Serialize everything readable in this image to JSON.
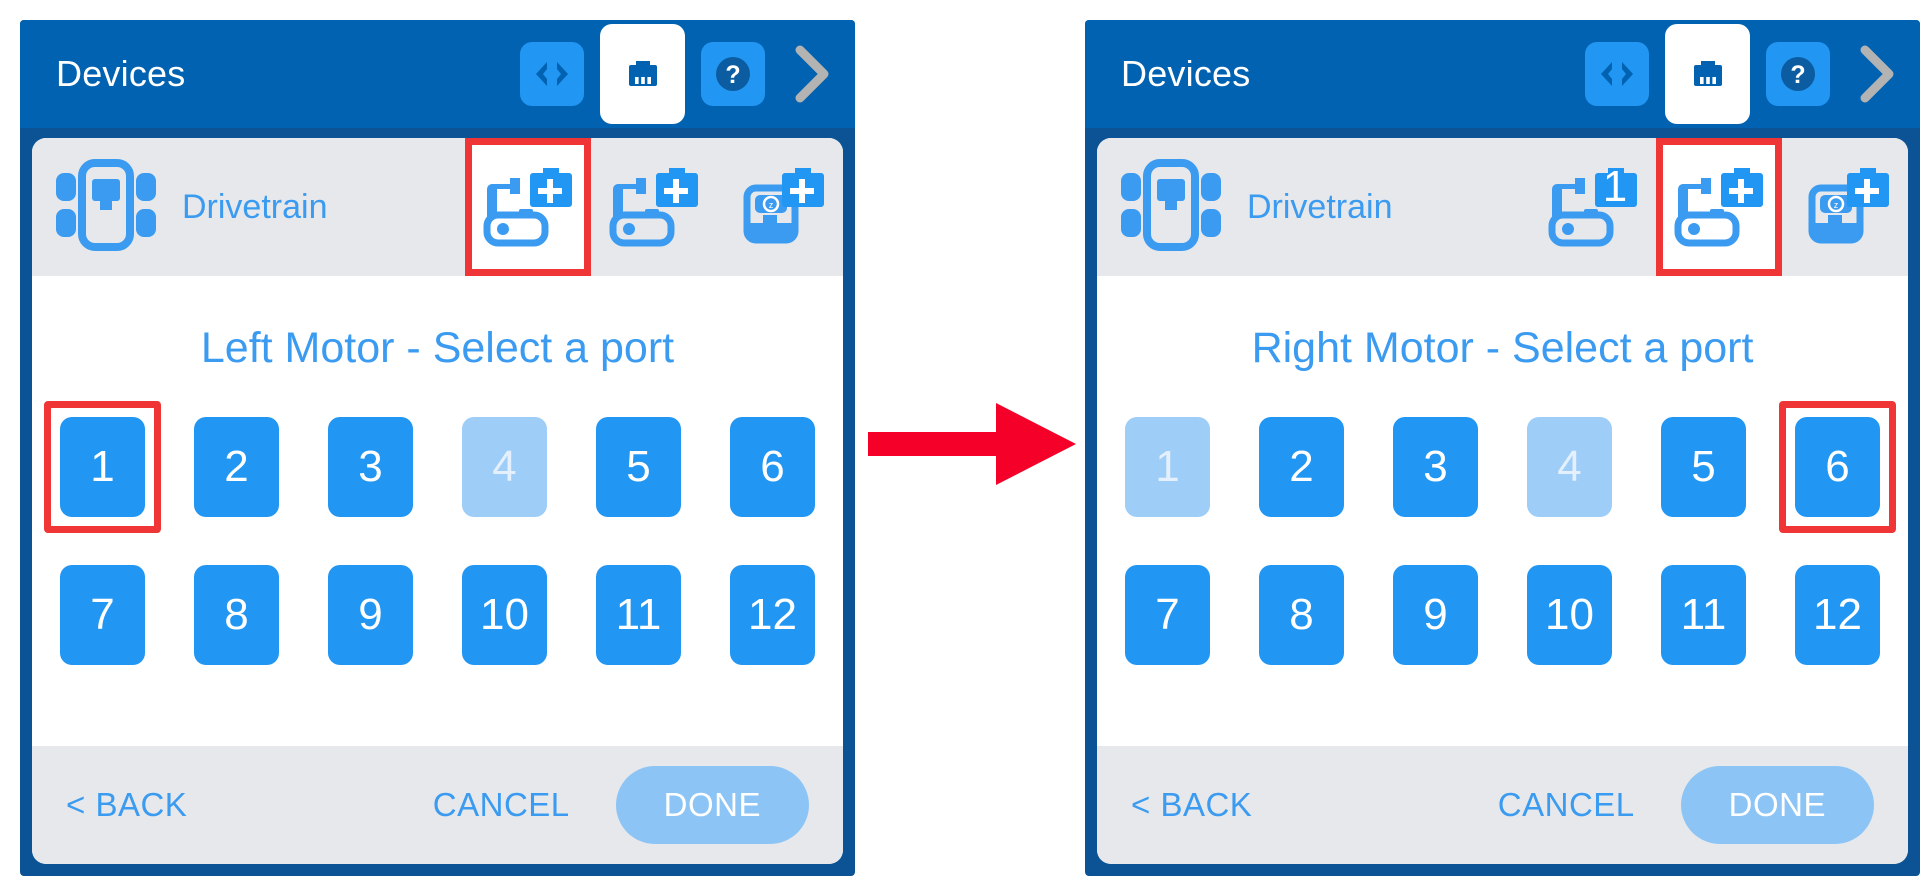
{
  "colors": {
    "titlebar_blue": "#0062b1",
    "panel_navy": "#0b5394",
    "accent_blue": "#2196f3",
    "link_blue": "#3b9bf0",
    "disabled_blue": "#9ecdf7",
    "row_gray": "#e6e8ec",
    "highlight_red": "#ef3535",
    "arrow_red": "#f50028",
    "chevron_gray": "#b3b3b3"
  },
  "arrow": {
    "name": "step-transition-arrow",
    "direction": "right"
  },
  "panels": [
    {
      "id": "left",
      "titlebar": {
        "title": "Devices",
        "icons": [
          {
            "name": "code-icon",
            "glyph": "<>",
            "state": "normal"
          },
          {
            "name": "port-icon",
            "glyph": "port",
            "state": "active"
          },
          {
            "name": "help-icon",
            "glyph": "?",
            "state": "normal"
          },
          {
            "name": "chevron-right-icon",
            "glyph": ">",
            "state": "normal"
          }
        ]
      },
      "device": {
        "name": "Drivetrain",
        "icon": "drivetrain-icon",
        "actions": [
          {
            "name": "add-left-motor-button",
            "icon": "motor-add-icon",
            "badge": "+",
            "selected": true
          },
          {
            "name": "add-right-motor-button",
            "icon": "motor-add-icon",
            "badge": "+",
            "selected": false
          },
          {
            "name": "add-sensor-button",
            "icon": "sensor-add-icon",
            "badge": "+",
            "selected": false
          }
        ]
      },
      "prompt": "Left Motor - Select a port",
      "ports": [
        {
          "label": "1",
          "state": "enabled",
          "selected": true
        },
        {
          "label": "2",
          "state": "enabled",
          "selected": false
        },
        {
          "label": "3",
          "state": "enabled",
          "selected": false
        },
        {
          "label": "4",
          "state": "disabled",
          "selected": false
        },
        {
          "label": "5",
          "state": "enabled",
          "selected": false
        },
        {
          "label": "6",
          "state": "enabled",
          "selected": false
        },
        {
          "label": "7",
          "state": "enabled",
          "selected": false
        },
        {
          "label": "8",
          "state": "enabled",
          "selected": false
        },
        {
          "label": "9",
          "state": "enabled",
          "selected": false
        },
        {
          "label": "10",
          "state": "enabled",
          "selected": false
        },
        {
          "label": "11",
          "state": "enabled",
          "selected": false
        },
        {
          "label": "12",
          "state": "enabled",
          "selected": false
        }
      ],
      "footer": {
        "back_label": "< BACK",
        "cancel_label": "CANCEL",
        "done_label": "DONE",
        "done_state": "disabled"
      }
    },
    {
      "id": "right",
      "titlebar": {
        "title": "Devices",
        "icons": [
          {
            "name": "code-icon",
            "glyph": "<>",
            "state": "normal"
          },
          {
            "name": "port-icon",
            "glyph": "port",
            "state": "active"
          },
          {
            "name": "help-icon",
            "glyph": "?",
            "state": "normal"
          },
          {
            "name": "chevron-right-icon",
            "glyph": ">",
            "state": "normal"
          }
        ]
      },
      "device": {
        "name": "Drivetrain",
        "icon": "drivetrain-icon",
        "actions": [
          {
            "name": "left-motor-button",
            "icon": "motor-port-icon",
            "badge": "1",
            "selected": false
          },
          {
            "name": "add-right-motor-button",
            "icon": "motor-add-icon",
            "badge": "+",
            "selected": true
          },
          {
            "name": "add-sensor-button",
            "icon": "sensor-add-icon",
            "badge": "+",
            "selected": false
          }
        ]
      },
      "prompt": "Right Motor - Select a port",
      "ports": [
        {
          "label": "1",
          "state": "disabled",
          "selected": false
        },
        {
          "label": "2",
          "state": "enabled",
          "selected": false
        },
        {
          "label": "3",
          "state": "enabled",
          "selected": false
        },
        {
          "label": "4",
          "state": "disabled",
          "selected": false
        },
        {
          "label": "5",
          "state": "enabled",
          "selected": false
        },
        {
          "label": "6",
          "state": "enabled",
          "selected": true
        },
        {
          "label": "7",
          "state": "enabled",
          "selected": false
        },
        {
          "label": "8",
          "state": "enabled",
          "selected": false
        },
        {
          "label": "9",
          "state": "enabled",
          "selected": false
        },
        {
          "label": "10",
          "state": "enabled",
          "selected": false
        },
        {
          "label": "11",
          "state": "enabled",
          "selected": false
        },
        {
          "label": "12",
          "state": "enabled",
          "selected": false
        }
      ],
      "footer": {
        "back_label": "< BACK",
        "cancel_label": "CANCEL",
        "done_label": "DONE",
        "done_state": "disabled"
      }
    }
  ]
}
